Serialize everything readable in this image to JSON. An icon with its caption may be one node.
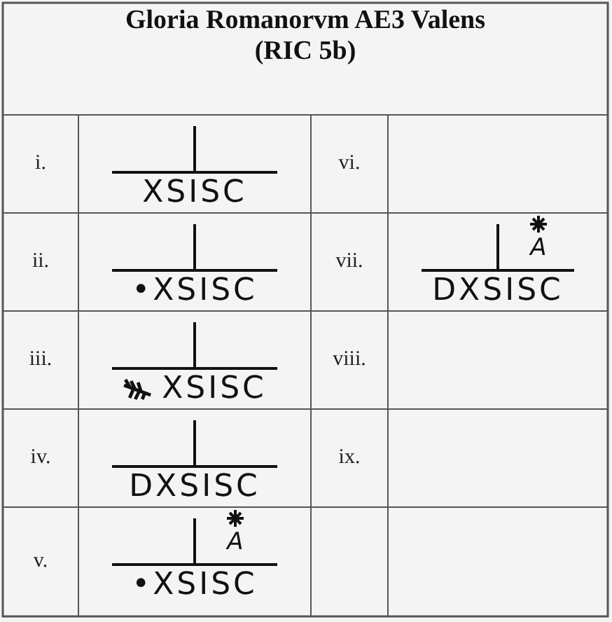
{
  "diagram": {
    "title": "Gloria Romanorvm AE3 Valens (RIC 5b)",
    "labels": [
      "i.",
      "XSISC",
      "vi.",
      "ii.",
      "•XSISC",
      "vii.",
      "A",
      "DXSISC",
      "iii.",
      "XSISC",
      "viii.",
      "iv.",
      "DXSISC",
      "ix.",
      "v.",
      "A",
      "•XSISC"
    ]
  }
}
